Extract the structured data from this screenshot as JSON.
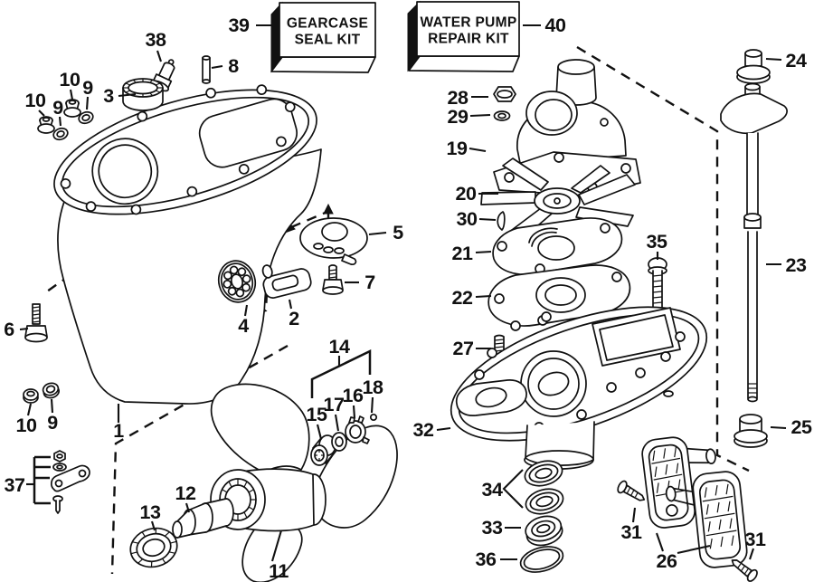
{
  "colors": {
    "ink": "#111111",
    "paper": "#ffffff"
  },
  "kits": {
    "gearcase_seal": {
      "line1": "GEARCASE",
      "line2": "SEAL KIT"
    },
    "water_pump": {
      "line1": "WATER PUMP",
      "line2": "REPAIR KIT"
    }
  },
  "callouts": [
    {
      "num": "39"
    },
    {
      "num": "40"
    },
    {
      "num": "38"
    },
    {
      "num": "8"
    },
    {
      "num": "3"
    },
    {
      "num": "10"
    },
    {
      "num": "9"
    },
    {
      "num": "10"
    },
    {
      "num": "9"
    },
    {
      "num": "5"
    },
    {
      "num": "7"
    },
    {
      "num": "2"
    },
    {
      "num": "4"
    },
    {
      "num": "6"
    },
    {
      "num": "10"
    },
    {
      "num": "9"
    },
    {
      "num": "1"
    },
    {
      "num": "37"
    },
    {
      "num": "13"
    },
    {
      "num": "12"
    },
    {
      "num": "11"
    },
    {
      "num": "14"
    },
    {
      "num": "15"
    },
    {
      "num": "17"
    },
    {
      "num": "16"
    },
    {
      "num": "18"
    },
    {
      "num": "28"
    },
    {
      "num": "29"
    },
    {
      "num": "19"
    },
    {
      "num": "20"
    },
    {
      "num": "30"
    },
    {
      "num": "21"
    },
    {
      "num": "22"
    },
    {
      "num": "35"
    },
    {
      "num": "27"
    },
    {
      "num": "32"
    },
    {
      "num": "24"
    },
    {
      "num": "23"
    },
    {
      "num": "25"
    },
    {
      "num": "34"
    },
    {
      "num": "33"
    },
    {
      "num": "36"
    },
    {
      "num": "31"
    },
    {
      "num": "31"
    },
    {
      "num": "26"
    }
  ]
}
